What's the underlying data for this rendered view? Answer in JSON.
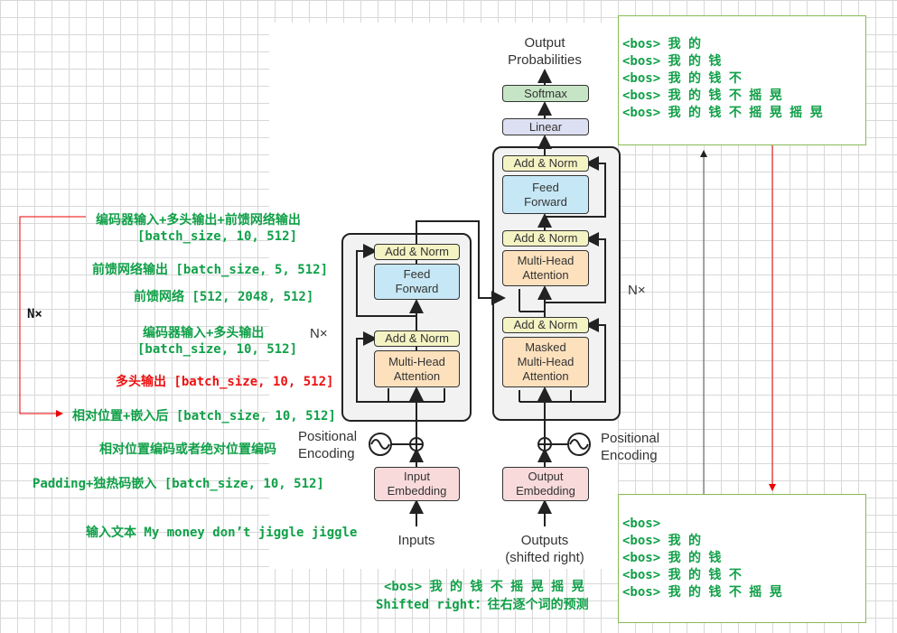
{
  "diagram": {
    "output_probabilities": "Output\nProbabilities",
    "softmax": "Softmax",
    "linear": "Linear",
    "add_norm": "Add & Norm",
    "feed_forward": "Feed\nForward",
    "multi_head_attention": "Multi-Head\nAttention",
    "masked_multi_head_attention": "Masked\nMulti-Head\nAttention",
    "input_embedding": "Input\nEmbedding",
    "output_embedding": "Output\nEmbedding",
    "positional_encoding": "Positional\nEncoding",
    "nx": "N×",
    "inputs": "Inputs",
    "outputs": "Outputs\n(shifted right)"
  },
  "annotations": {
    "enc_out": "编码器输入+多头输出+前馈网络输出",
    "enc_out_shape": "[batch_size, 10, 512]",
    "ff_out": "前馈网络输出 [batch_size, 5, 512]",
    "ff": "前馈网络 [512, 2048, 512]",
    "enc_mha": "编码器输入+多头输出",
    "enc_mha_shape": "[batch_size, 10, 512]",
    "mha_out": "多头输出 [batch_size, 10, 512]",
    "pos_embed": "相对位置+嵌入后 [batch_size, 10, 512]",
    "pos_enc": "相对位置编码或者绝对位置编码",
    "padding": "Padding+独热码嵌入 [batch_size, 10, 512]",
    "input_text": "输入文本 My money don’t jiggle jiggle",
    "nx_left": "N×",
    "bos_seq": "<bos> 我 的 钱 不 摇 晃 摇 晃",
    "shifted": "Shifted right：往右逐个词的预测"
  },
  "top_panel": [
    "<bos> 我 的",
    "<bos> 我 的 钱",
    "<bos> 我 的 钱 不",
    "<bos> 我 的 钱 不 摇 晃",
    "<bos> 我 的 钱 不 摇 晃 摇 晃"
  ],
  "bottom_panel": [
    "<bos>",
    "<bos> 我 的",
    "<bos> 我 的 钱",
    "<bos> 我 的 钱 不",
    "<bos> 我 的 钱 不 摇 晃"
  ]
}
